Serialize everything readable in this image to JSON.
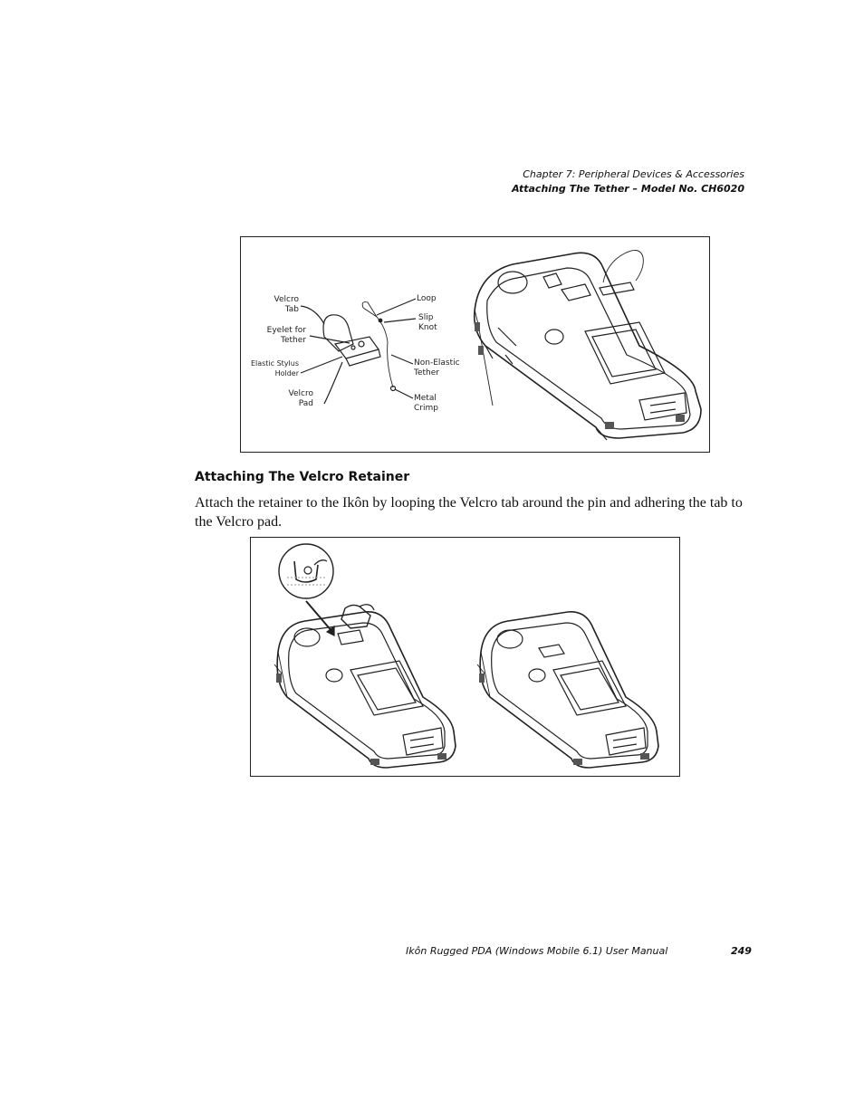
{
  "header": {
    "chapter": "Chapter 7: Peripheral Devices & Accessories",
    "section": "Attaching The Tether – Model No. CH6020"
  },
  "figure1": {
    "labels": {
      "velcro_tab": "Velcro\nTab",
      "eyelet": "Eyelet for\nTether",
      "stylus_holder": "Elastic Stylus\nHolder",
      "velcro_pad": "Velcro\nPad",
      "loop": "Loop",
      "slip_knot": "Slip\nKnot",
      "non_elastic": "Non-Elastic\nTether",
      "metal_crimp": "Metal\nCrimp"
    }
  },
  "section_heading": "Attaching The Velcro Retainer",
  "paragraph": "Attach the retainer to the Ikôn by looping the Velcro tab around the pin and adhering the tab to the Velcro pad.",
  "footer": {
    "title": "Ikôn Rugged PDA (Windows Mobile 6.1) User Manual",
    "page": "249"
  }
}
